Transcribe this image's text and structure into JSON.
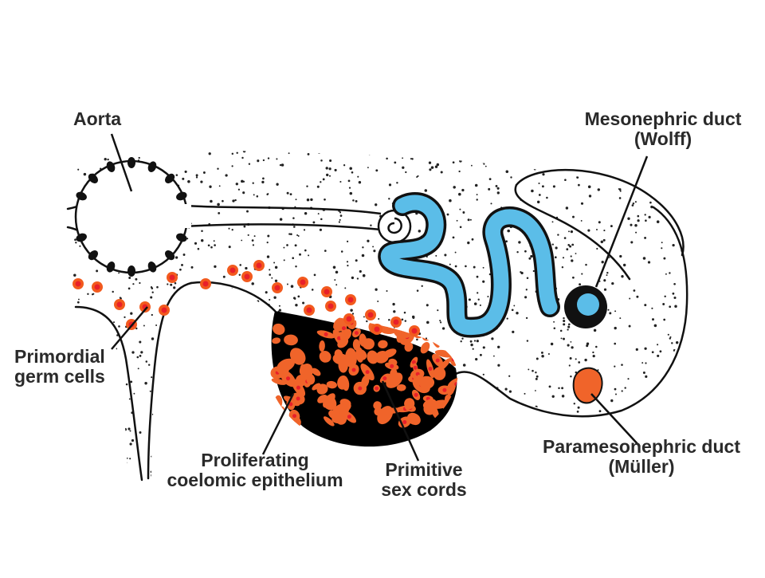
{
  "labels": {
    "aorta": "Aorta",
    "mesonephric_duct": [
      "Mesonephric duct",
      "(Wolff)"
    ],
    "primordial_germ_cells": [
      "Primordial",
      "germ cells"
    ],
    "proliferating_epithelium": [
      "Proliferating",
      "coelomic epithelium"
    ],
    "primitive_sex_cords": [
      "Primitive",
      "sex cords"
    ],
    "paramesonephric_duct": [
      "Paramesonephric duct",
      "(Müller)"
    ]
  },
  "colors": {
    "outline": "#111111",
    "stipple": "#222222",
    "mesonephric_tubule": "#5bbde8",
    "germ_cell": "#f25a1e",
    "germ_cell_core": "#e8202a",
    "sex_cord": "#f0642a",
    "epithelium": "#000000",
    "paramesonephric": "#f0642a",
    "label_text": "#2a2a2a"
  }
}
